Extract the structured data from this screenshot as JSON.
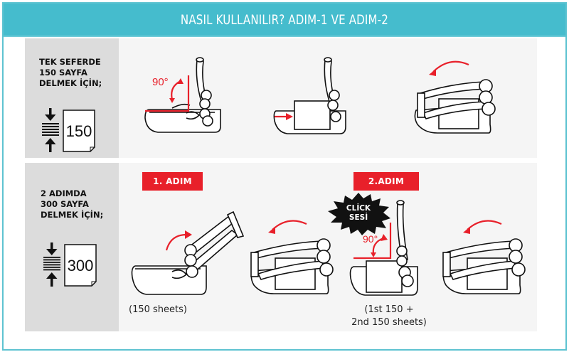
{
  "header": {
    "title": "NASIL KULLANILIR? ADIM-1 VE ADIM-2"
  },
  "colors": {
    "header_bg": "#45bccd",
    "frame_border": "#5ec3d1",
    "accent_red": "#e8202a",
    "label_bg": "#dcdcdc",
    "content_bg": "#f5f5f5"
  },
  "rows": [
    {
      "label": "TEK SEFERDE\n150 SAYFA\nDELMEK İÇİN;",
      "sheet_count": "150",
      "illustrations": [
        {
          "name": "punch-handle-raised-90",
          "angle_label": "90°"
        },
        {
          "name": "punch-insert-paper"
        },
        {
          "name": "punch-handle-pressed-down"
        }
      ]
    },
    {
      "label": "2 ADIMDA\n300 SAYFA\nDELMEK İÇİN;",
      "sheet_count": "300",
      "steps": [
        {
          "label": "1. ADIM",
          "caption": "(150 sheets)"
        },
        {
          "label": "2.ADIM",
          "caption": "(1st 150 +\n2nd 150 sheets)",
          "click_label": "CLİCK\nSESİ",
          "angle_label": "90°"
        }
      ]
    }
  ]
}
